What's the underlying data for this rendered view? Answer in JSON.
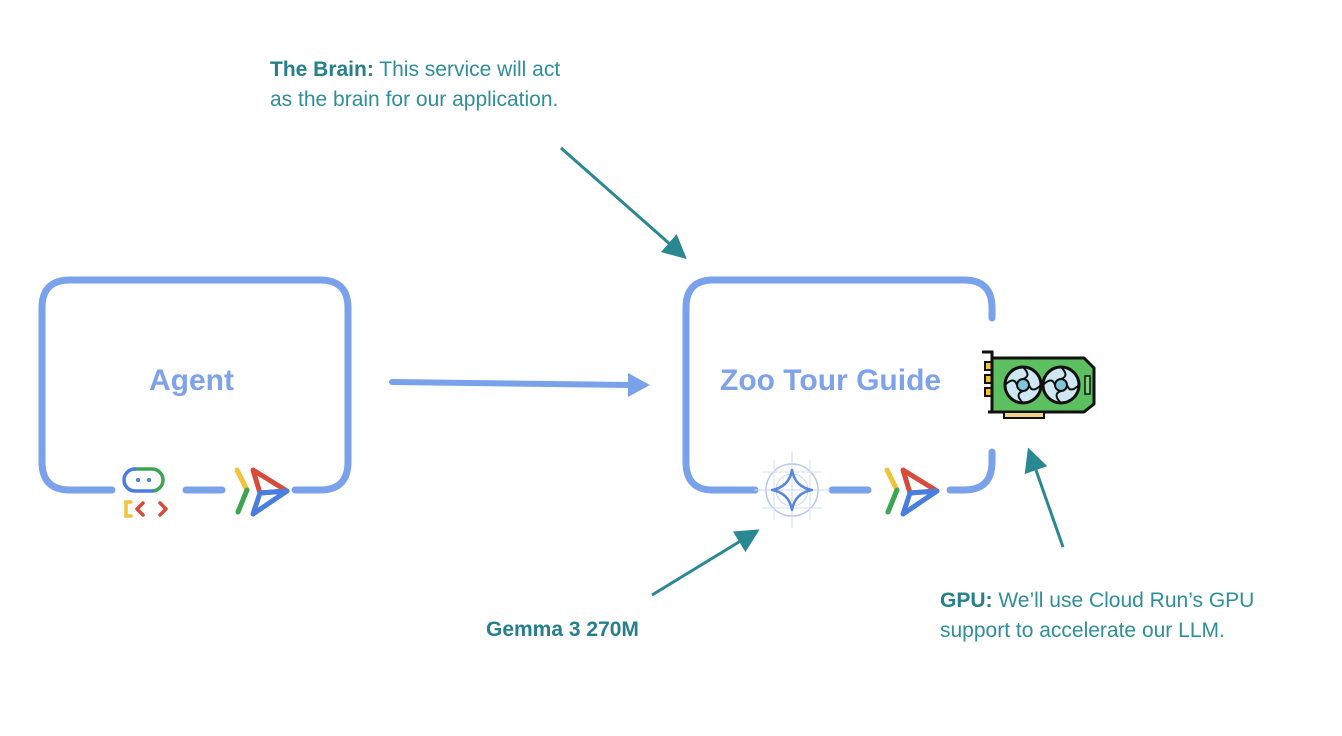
{
  "colors": {
    "box_stroke": "#7aa2ea",
    "flow_arrow": "#7aa2ea",
    "annotation_text": "#2e8f9a",
    "annotation_arrow": "#2a8893",
    "google_blue": "#4a7de0",
    "google_red": "#d84a3a",
    "google_yellow": "#f2c23a",
    "google_green": "#3ea653",
    "gpu_green": "#5cbf60",
    "gpu_fan": "#cfe8f2"
  },
  "nodes": [
    {
      "id": "agent",
      "label": "Agent",
      "icons": [
        "adk-robot-icon",
        "cloud-run-icon"
      ]
    },
    {
      "id": "zoo",
      "label": "Zoo Tour Guide",
      "icons": [
        "gemma-icon",
        "cloud-run-icon",
        "gpu-icon"
      ]
    }
  ],
  "edges": [
    {
      "from": "agent",
      "to": "zoo"
    }
  ],
  "annotations": {
    "brain": {
      "title": "The Brain:",
      "line1_rest": " This service will act",
      "line2": "as the brain for our application."
    },
    "gemma": {
      "title": "Gemma 3 270M"
    },
    "gpu": {
      "title": "GPU:",
      "line1_rest": " We’ll use Cloud Run’s GPU",
      "line2": "support to accelerate our LLM."
    }
  }
}
